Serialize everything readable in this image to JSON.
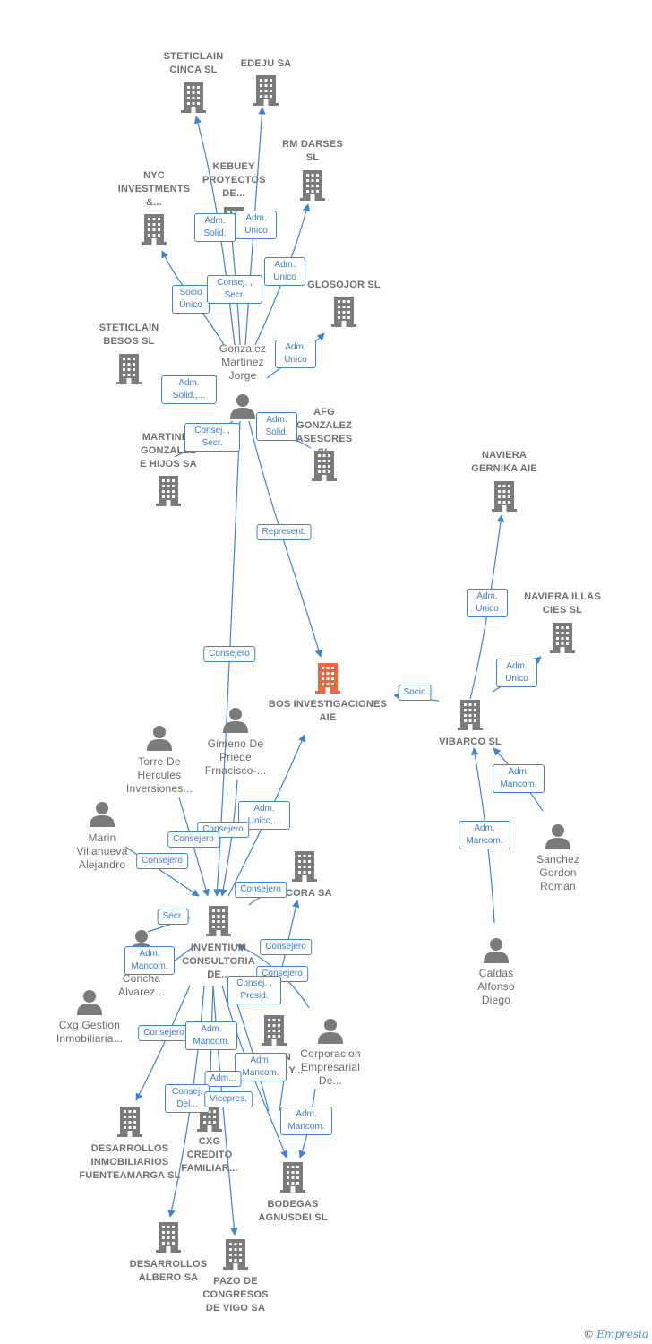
{
  "colors": {
    "edge": "#3f82d6",
    "company": "#7b7b7b",
    "main": "#f0663c",
    "person": "#7b7b7b"
  },
  "main_node": {
    "label": "BOS INVESTIGACIONES AIE"
  },
  "companies": [
    {
      "id": "steticlain_cinca",
      "label": "STETICLAIN CINCA  SL"
    },
    {
      "id": "edeju",
      "label": "EDEJU SA"
    },
    {
      "id": "rm_darses",
      "label": "RM DARSES SL"
    },
    {
      "id": "kebuey",
      "label": "KEBUEY PROYECTOS DE..."
    },
    {
      "id": "nyc",
      "label": "NYC INVESTMENTS &..."
    },
    {
      "id": "glosojor",
      "label": "GLOSOJOR  SL"
    },
    {
      "id": "steticlain_besos",
      "label": "STETICLAIN BESOS  SL"
    },
    {
      "id": "afg",
      "label": "AFG GONZALEZ ASESORES  SL"
    },
    {
      "id": "martinez_hijos",
      "label": "MARTINEZ GONZALEZ E HIJOS SA"
    },
    {
      "id": "naviera_gernika",
      "label": "NAVIERA GERNIKA  AIE"
    },
    {
      "id": "naviera_illas",
      "label": "NAVIERA ILLAS CIES  SL"
    },
    {
      "id": "vibarco",
      "label": "VIBARCO SL"
    },
    {
      "id": "inventium",
      "label": "INVENTIUM CONSULTORIA DE..."
    },
    {
      "id": "cora",
      "label": "...CORA SA"
    },
    {
      "id": "corporacion_sa",
      "label": "...CION ...RIAL ...Y..."
    },
    {
      "id": "cxg_credito",
      "label": "CXG CREDITO FAMILIAR..."
    },
    {
      "id": "desarrollos_fuente",
      "label": "DESARROLLOS INMOBILIARIOS FUENTEAMARGA SL"
    },
    {
      "id": "bodegas",
      "label": "BODEGAS AGNUSDEI SL"
    },
    {
      "id": "desarrollos_albero",
      "label": "DESARROLLOS ALBERO SA"
    },
    {
      "id": "pazo",
      "label": "PAZO DE CONGRESOS DE VIGO SA"
    }
  ],
  "persons": [
    {
      "id": "gonzalez_martinez",
      "label": "Gonzalez Martinez Jorge"
    },
    {
      "id": "gimeno",
      "label": "Gimeno De Priede Frnacisco-..."
    },
    {
      "id": "torre",
      "label": "Torre De Hercules Inversiones..."
    },
    {
      "id": "marin",
      "label": "Marin Villanueva Alejandro"
    },
    {
      "id": "sanchez",
      "label": "Sanchez Gordon Roman"
    },
    {
      "id": "caldas",
      "label": "Caldas Alfonso Diego"
    },
    {
      "id": "concha",
      "label": "G... La Concha Alvarez..."
    },
    {
      "id": "cxg_gestion",
      "label": "Cxg Gestion Inmobiliaria..."
    },
    {
      "id": "corporacion_emp",
      "label": "Corporacion Empresarial De..."
    }
  ],
  "edge_labels": [
    {
      "id": "e1",
      "text": "Adm. Solid."
    },
    {
      "id": "e2",
      "text": "Adm. Unico"
    },
    {
      "id": "e3",
      "text": "Adm. Unico"
    },
    {
      "id": "e4",
      "text": "Socio Único"
    },
    {
      "id": "e5",
      "text": "Consej. , Secr."
    },
    {
      "id": "e6",
      "text": "Adm. Unico"
    },
    {
      "id": "e7",
      "text": "Adm. Solid.,..."
    },
    {
      "id": "e8",
      "text": "Consej. , Secr."
    },
    {
      "id": "e9",
      "text": "Adm. Solid."
    },
    {
      "id": "e10",
      "text": "Represent."
    },
    {
      "id": "e11",
      "text": "Consejero"
    },
    {
      "id": "e12",
      "text": "Adm. Unico"
    },
    {
      "id": "e13",
      "text": "Adm. Unico"
    },
    {
      "id": "e14",
      "text": "Socio"
    },
    {
      "id": "e15",
      "text": "Adm. Mancom."
    },
    {
      "id": "e16",
      "text": "Adm. Mancom."
    },
    {
      "id": "e17",
      "text": "Adm. Unico,..."
    },
    {
      "id": "e18",
      "text": "Consejero"
    },
    {
      "id": "e19",
      "text": "Consejero"
    },
    {
      "id": "e20",
      "text": "Consejero"
    },
    {
      "id": "e21",
      "text": "Consejero"
    },
    {
      "id": "e22",
      "text": "Secr."
    },
    {
      "id": "e23",
      "text": "Adm. Mancom."
    },
    {
      "id": "e24",
      "text": "Consejero"
    },
    {
      "id": "e25",
      "text": "Consejero"
    },
    {
      "id": "e26",
      "text": "Consej. , Presid."
    },
    {
      "id": "e27",
      "text": "Consejero"
    },
    {
      "id": "e28",
      "text": "Adm. Mancom."
    },
    {
      "id": "e29",
      "text": "Adm. Mancom."
    },
    {
      "id": "e30",
      "text": "Adm..."
    },
    {
      "id": "e31",
      "text": "Consej. Del..."
    },
    {
      "id": "e32",
      "text": "Vicepres."
    },
    {
      "id": "e33",
      "text": "Adm. Mancom."
    }
  ],
  "footer": {
    "copyright": "©",
    "brand": "Empresia"
  }
}
